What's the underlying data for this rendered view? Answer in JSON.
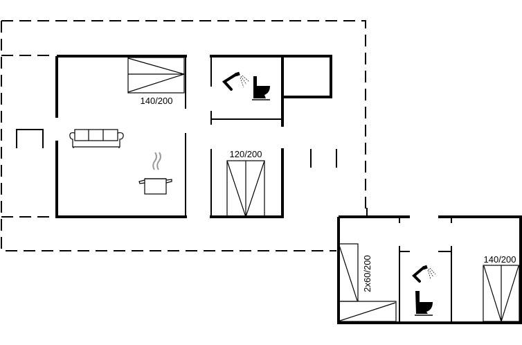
{
  "title": "Floor plan",
  "beds": {
    "main_bed": "140/200",
    "hall_bed": "120/200",
    "annex_bunk": "2x60/200",
    "annex_bed": "140/200"
  },
  "icons": [
    "shower-icon",
    "toilet-icon",
    "sofa-icon",
    "cooking-pot-icon",
    "bed-icon"
  ],
  "colors": {
    "lines": "#000000",
    "background": "#ffffff",
    "steam": "#999999"
  }
}
